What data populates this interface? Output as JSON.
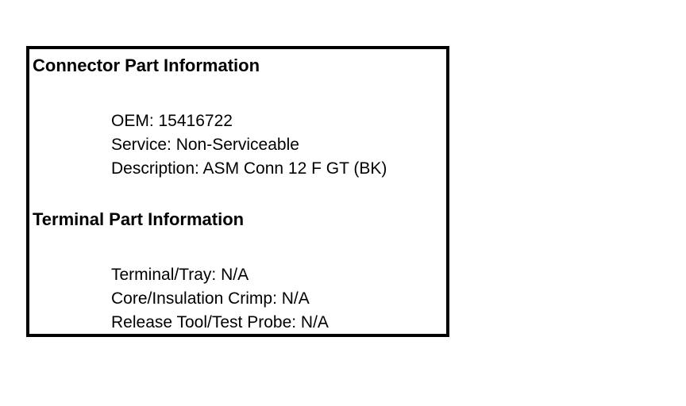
{
  "page": {
    "background_color": "#ffffff",
    "text_color": "#000000",
    "border_color": "#000000"
  },
  "info_panel": {
    "sections": [
      {
        "id": "connector",
        "heading": "Connector Part Information",
        "lines": [
          "OEM: 15416722",
          "Service: Non-Serviceable",
          "Description: ASM Conn 12 F GT (BK)"
        ]
      },
      {
        "id": "terminal",
        "heading": "Terminal Part Information",
        "lines": [
          "Terminal/Tray: N/A",
          "Core/Insulation Crimp: N/A",
          "Release Tool/Test Probe: N/A"
        ]
      }
    ]
  }
}
